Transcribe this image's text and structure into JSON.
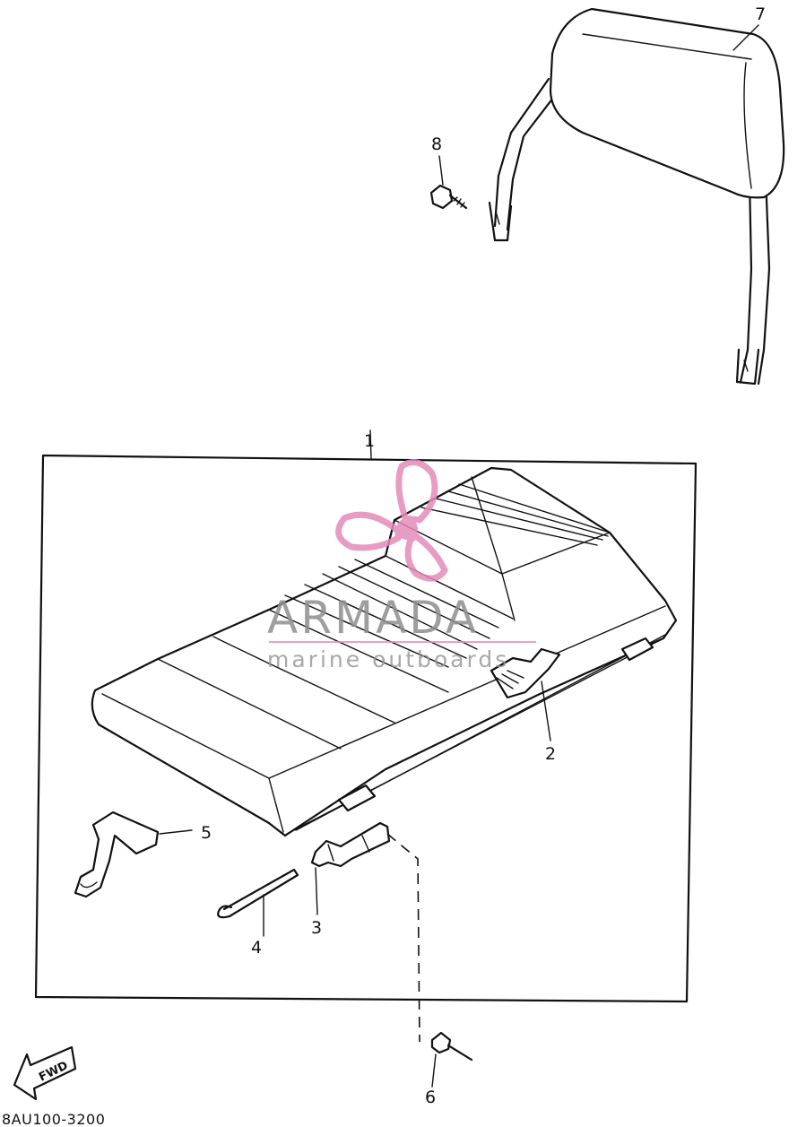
{
  "diagram": {
    "drawing_code": "8AU100-3200",
    "callouts": [
      "1",
      "2",
      "3",
      "4",
      "5",
      "6",
      "7",
      "8"
    ],
    "direction_label": "FWD"
  },
  "watermark": {
    "brand": "ARMADA",
    "tagline": "marine outboards",
    "colors": {
      "logo": "#e48ab9",
      "text": "#8e8e8e",
      "rule": "#e48ab9"
    },
    "icon": "propeller-logo-icon"
  },
  "colors": {
    "ink": "#111111",
    "background": "#ffffff"
  }
}
